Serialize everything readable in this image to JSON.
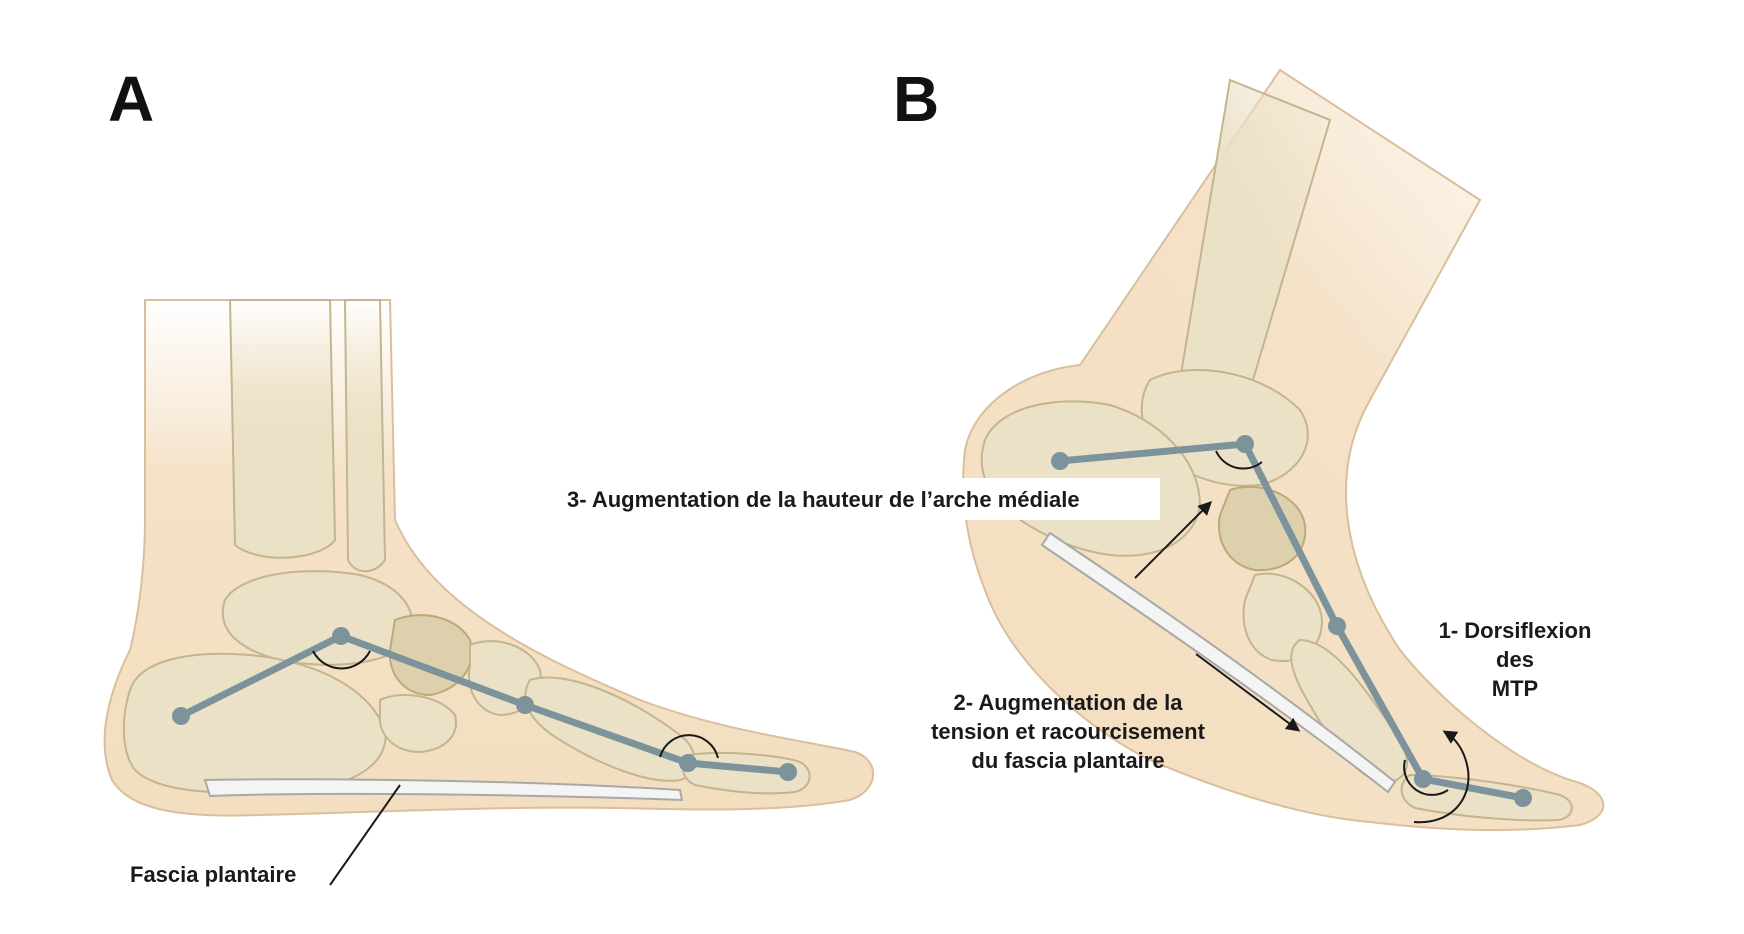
{
  "panels": {
    "a": {
      "letter": "A",
      "fascia_label": "Fascia plantaire"
    },
    "b": {
      "letter": "B",
      "label_arch": "3- Augmentation de la hauteur de l’arche médiale",
      "label_fascia": [
        "2- Augmentation de la",
        "tension et racourcisement",
        "du fascia plantaire"
      ],
      "label_dorsiflexion": [
        "1- Dorsiflexion",
        "des",
        "MTP"
      ]
    }
  },
  "colors": {
    "skin": "#f3dec0",
    "bone": "#ebe1c6",
    "segment": "#7d939c",
    "text": "#1a1a1a"
  },
  "icons": [
    "arrow-icon",
    "curved-arrow-icon"
  ]
}
